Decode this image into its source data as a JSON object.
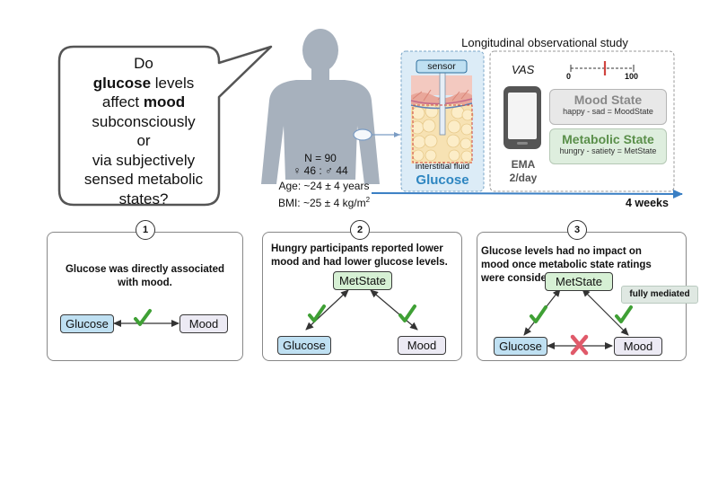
{
  "question": {
    "line1": "Do",
    "glucose": "glucose",
    "levels": " levels",
    "affect": "affect ",
    "mood": "mood",
    "line4": "subconsciously",
    "line5": "or",
    "line6": "via subjectively",
    "line7": "sensed metabolic",
    "line8": "states?"
  },
  "participants": {
    "n": "N = 90",
    "sex": "♀ 46 : ♂ 44",
    "age": "Age: ~24 ± 4 years",
    "bmi_prefix": "BMI: ~25 ± 4 kg/m",
    "bmi_sup": "2"
  },
  "study": {
    "title": "Longitudinal observational study",
    "sensor_label": "sensor",
    "interstitial": "interstitial fluid",
    "glucose_label": "Glucose",
    "vas": "VAS",
    "scale_min": "0",
    "scale_max": "100",
    "ema": "EMA",
    "ema_freq": "2/day",
    "mood_state_title": "Mood State",
    "mood_state_sub": "happy - sad = MoodState",
    "met_state_title": "Metabolic State",
    "met_state_sub": "hungry - satiety = MetState",
    "duration": "4 weeks"
  },
  "panels": [
    {
      "num": "1",
      "text": "Glucose was directly associated with mood.",
      "glucose": "Glucose",
      "mood": "Mood"
    },
    {
      "num": "2",
      "text": "Hungry participants reported lower mood and had lower glucose levels.",
      "metstate": "MetState",
      "glucose": "Glucose",
      "mood": "Mood"
    },
    {
      "num": "3",
      "text": "Glucose levels had no impact on mood once metabolic state ratings were considered.",
      "metstate": "MetState",
      "glucose": "Glucose",
      "mood": "Mood",
      "badge": "fully mediated"
    }
  ],
  "colors": {
    "glucose_blue": "#2e86c1",
    "arrow_blue": "#3a7fc4",
    "check_green": "#3fa035",
    "cross_red": "#e05a6a",
    "metabolic_green": "#5a8f4a",
    "body_grey": "#a7b1bd"
  }
}
